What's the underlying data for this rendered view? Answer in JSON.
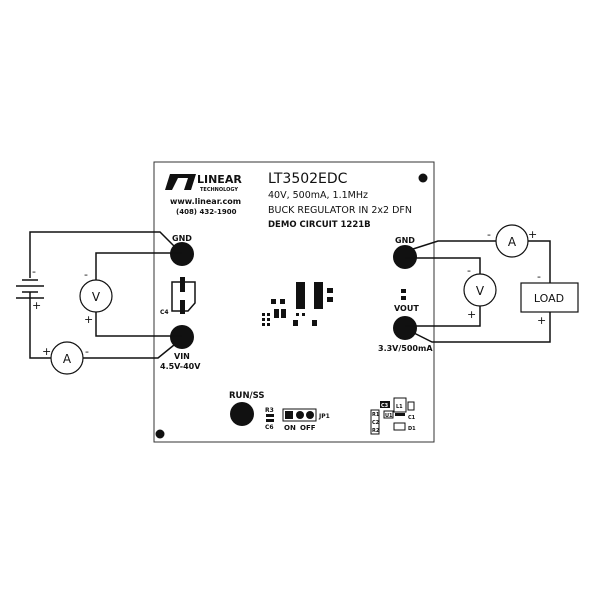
{
  "board": {
    "logo_brand": "LINEAR",
    "logo_sub": "TECHNOLOGY",
    "website": "www.linear.com",
    "phone": "(408) 432-1900",
    "part_number": "LT3502EDC",
    "spec_line": "40V, 500mA, 1.1MHz",
    "description": "BUCK REGULATOR IN 2x2 DFN",
    "demo_circuit": "DEMO CIRCUIT 1221B"
  },
  "terminals": {
    "gnd_in": "GND",
    "vin": "VIN",
    "vin_range": "4.5V-40V",
    "gnd_out": "GND",
    "vout": "VOUT",
    "vout_rating": "3.3V/500mA",
    "run_ss": "RUN/SS"
  },
  "components": {
    "c4": "C4",
    "r3": "R3",
    "c6": "C6",
    "jp1": "JP1",
    "jp_on": "ON",
    "jp_off": "OFF",
    "c3": "C3",
    "l1": "L1",
    "u1": "U1",
    "r1": "R1",
    "c2": "C2",
    "r2": "R2",
    "d1": "D1",
    "c1": "C1"
  },
  "meters": {
    "ammeter": "A",
    "voltmeter": "V",
    "plus": "+",
    "minus": "-",
    "load": "LOAD"
  }
}
